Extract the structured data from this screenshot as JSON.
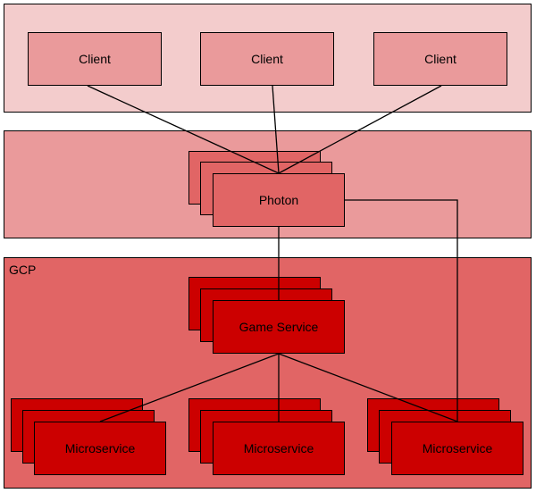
{
  "layers": {
    "clients": {
      "label": ""
    },
    "photon": {
      "label": ""
    },
    "gcp": {
      "label": "GCP"
    }
  },
  "nodes": {
    "clients": [
      {
        "label": "Client"
      },
      {
        "label": "Client"
      },
      {
        "label": "Client"
      }
    ],
    "photon": {
      "label": "Photon"
    },
    "game_service": {
      "label": "Game Service"
    },
    "microservices": [
      {
        "label": "Microservice"
      },
      {
        "label": "Microservice"
      },
      {
        "label": "Microservice"
      }
    ]
  },
  "colors": {
    "client_layer": "#f3cccc",
    "photon_layer": "#ea9a9b",
    "gcp_layer": "#e16565",
    "client_box": "#ea9a9b",
    "photon_box": "#e16565",
    "service_box": "#cc0000"
  }
}
